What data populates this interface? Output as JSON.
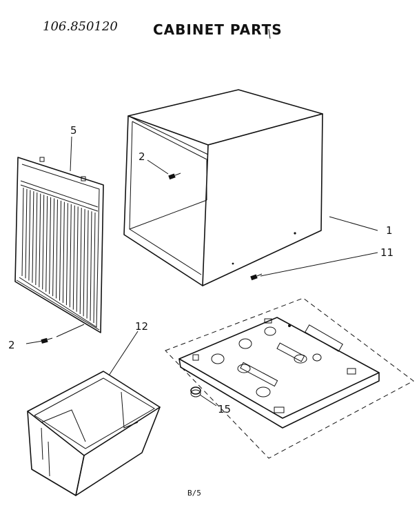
{
  "header": {
    "model_number": "106.850120",
    "title": "CABINET PARTS"
  },
  "callouts": {
    "cabinet": "1",
    "screw_upper": "2",
    "screw_lower": "2",
    "grille": "5",
    "screw_right": "11",
    "bucket": "12",
    "foot": "15"
  },
  "footer": {
    "page_code": "B/5"
  }
}
